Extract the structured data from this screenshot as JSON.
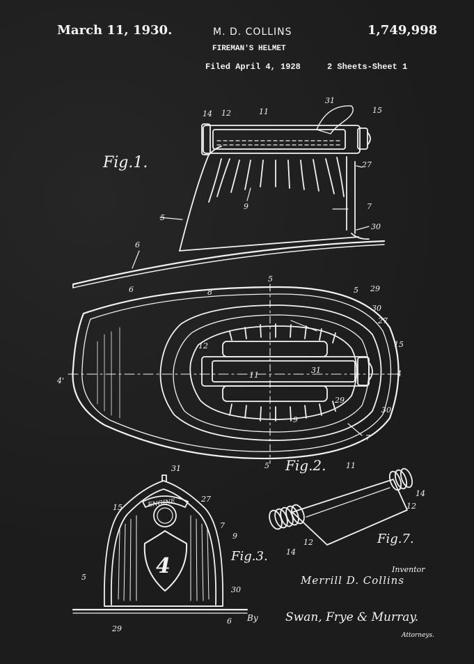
{
  "header": {
    "date": "March 11, 1930.",
    "inventor_name": "M. D. COLLINS",
    "patent_number": "1,749,998",
    "title": "FIREMAN'S HELMET",
    "filed": "Filed April 4, 1928",
    "sheets": "2 Sheets-Sheet  1"
  },
  "figures": {
    "fig1": "Fig.1.",
    "fig2": "Fig.2.",
    "fig3": "Fig.3.",
    "fig7": "Fig.7."
  },
  "badge": {
    "plate_text": "ENGINE",
    "shield_number": "4"
  },
  "refs": {
    "r14": "14",
    "r12": "12",
    "r11": "11",
    "r31": "31",
    "r15": "15",
    "r27": "27",
    "r9": "9",
    "r5": "5",
    "r7": "7",
    "r30": "30",
    "r6": "6",
    "r8": "8",
    "r29": "29",
    "r4": "4",
    "r4prime": "4'"
  },
  "footer": {
    "inventor_label": "Inventor",
    "inventor_signature": "Merrill D. Collins",
    "by": "By",
    "attorneys_signature": "Swan, Frye & Murray.",
    "attorneys_label": "Attorneys."
  },
  "colors": {
    "background": "#202020",
    "ink": "#f4f4f4"
  }
}
